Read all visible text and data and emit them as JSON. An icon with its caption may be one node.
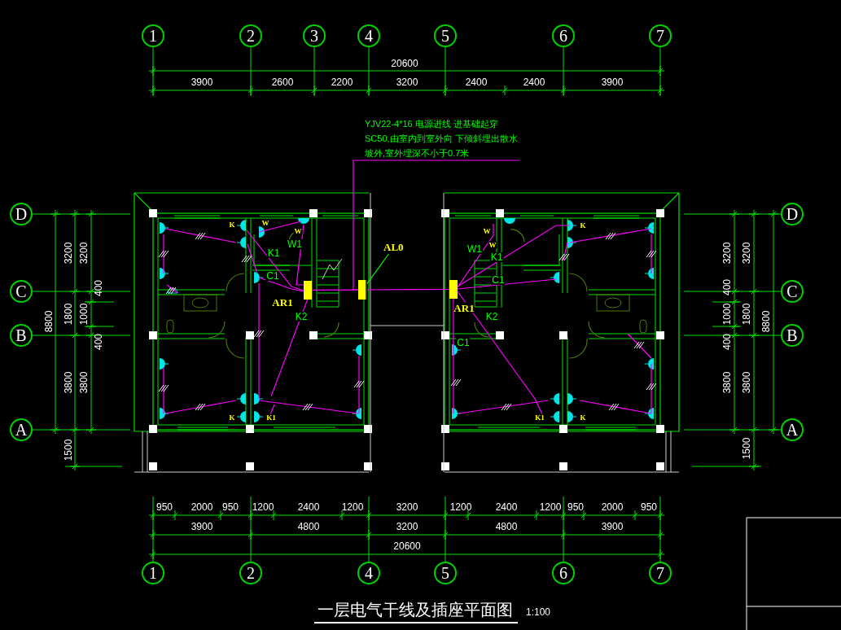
{
  "diagram": {
    "title": "一层电气干线及插座平面图",
    "nodes": [
      {
        "text": [
          "YJV22-4*16 电源进线 进基础起穿SC50,由室内到室外向 下倾斜埋出散水坡外,室外埋深不小于0.7米"
        ]
      },
      {
        "text": [
          "AL0"
        ]
      },
      {
        "text": [],
        "shape": "box"
      },
      {
        "text": [],
        "shape": "box",
        "beside": [
          "AR1"
        ]
      },
      {
        "text": [],
        "shape": "box",
        "beside": [
          "AR1"
        ]
      }
    ],
    "edges": [
      {
        "from": 0,
        "to": 2,
        "arrow": "none"
      },
      {
        "from": 1,
        "to": 2,
        "arrow": "none",
        "color": "#00ff00"
      },
      {
        "from": 2,
        "to": 3,
        "arrow": "none"
      },
      {
        "from": 2,
        "to": 4,
        "arrow": "none"
      }
    ],
    "labels": [
      "1",
      "2",
      "3",
      "4",
      "5",
      "6",
      "7",
      "20600",
      "3900",
      "2600",
      "2200",
      "3200",
      "2400",
      "2400",
      "3900",
      "D",
      "C",
      "B",
      "A",
      "3200",
      "3200",
      "400",
      "8800",
      "1800",
      "1000",
      "400",
      "3800",
      "3800",
      "1500",
      "D",
      "C",
      "B",
      "A",
      "3200",
      "3200",
      "400",
      "1000",
      "1800",
      "8800",
      "400",
      "3800",
      "3800",
      "1500",
      "K",
      "W",
      "W",
      "W1",
      "K1",
      "C1",
      "K2",
      "K",
      "K1",
      "W",
      "W",
      "W1",
      "K1",
      "K",
      "C1",
      "K2",
      "C1",
      "K1",
      "K",
      "950",
      "2000",
      "950",
      "1200",
      "2400",
      "1200",
      "3200",
      "1200",
      "2400",
      "1200",
      "950",
      "2000",
      "950",
      "3900",
      "4800",
      "3200",
      "4800",
      "3900",
      "20600",
      "1",
      "2",
      "4",
      "5",
      "6",
      "7",
      "1:100"
    ]
  }
}
